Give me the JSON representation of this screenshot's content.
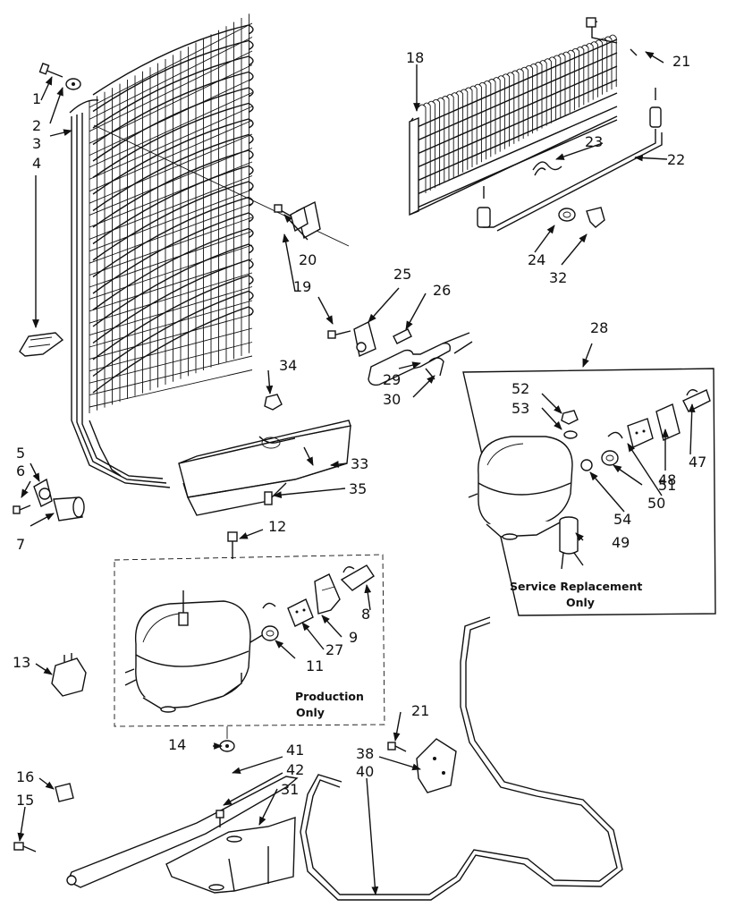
{
  "callouts": [
    "1",
    "2",
    "3",
    "4",
    "5",
    "6",
    "7",
    "8",
    "9",
    "11",
    "12",
    "13",
    "14",
    "15",
    "16",
    "18",
    "19",
    "20",
    "21",
    "22",
    "23",
    "24",
    "25",
    "26",
    "27",
    "28",
    "29",
    "30",
    "31",
    "32",
    "33",
    "34",
    "35",
    "38",
    "40",
    "41",
    "42",
    "47",
    "48",
    "49",
    "50",
    "51",
    "52",
    "53",
    "54"
  ],
  "second_21": "21",
  "production_box": {
    "line1": "Production",
    "line2": "Only"
  },
  "service_box": {
    "line1": "Service Replacement",
    "line2": "Only"
  }
}
